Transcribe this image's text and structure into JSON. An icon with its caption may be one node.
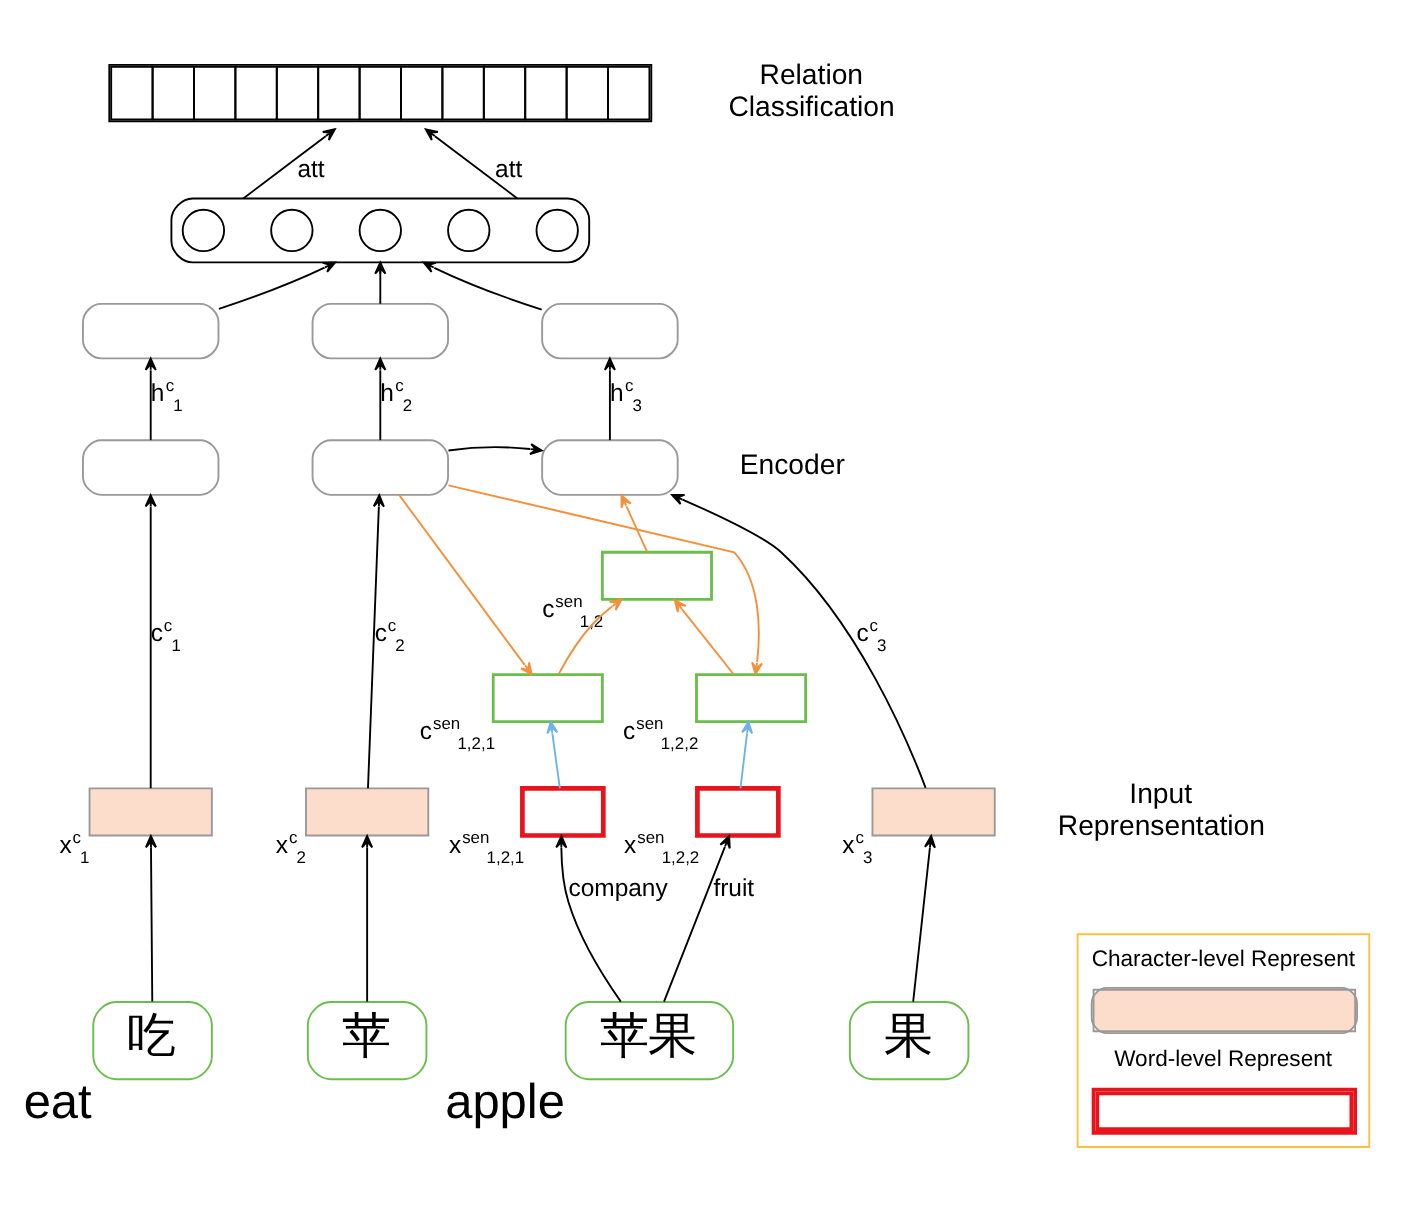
{
  "diagram": {
    "nodes": [
      {
        "text": [],
        "shape": "bar"
      },
      {
        "text": [],
        "shape": "box"
      },
      {
        "text": [],
        "shape": "circle",
        "in": 1
      },
      {
        "text": [],
        "shape": "circle",
        "in": 1
      },
      {
        "text": [],
        "shape": "circle",
        "in": 1
      },
      {
        "text": [],
        "shape": "circle",
        "in": 1
      },
      {
        "text": [],
        "shape": "circle",
        "in": 1
      },
      {
        "text": [],
        "shape": "box"
      },
      {
        "text": [],
        "shape": "box"
      },
      {
        "text": [],
        "shape": "box"
      },
      {
        "text": [],
        "shape": "box"
      },
      {
        "text": [],
        "shape": "box"
      },
      {
        "text": [],
        "shape": "box"
      },
      {
        "text": [],
        "shape": "box",
        "beside": [
          "c$^{sen}$$_{1,2}$"
        ]
      },
      {
        "text": [],
        "shape": "box",
        "beside": [
          "c$^{sen}$$_{1,2,1}$"
        ]
      },
      {
        "text": [],
        "shape": "box",
        "beside": [
          "c$^{sen}$$_{1,2,2}$"
        ]
      },
      {
        "text": [],
        "shape": "box",
        "beside": [
          "x$^{c}$$_{1}$"
        ]
      },
      {
        "text": [],
        "shape": "box",
        "beside": [
          "x$^{c}$$_{2}$"
        ]
      },
      {
        "text": [],
        "shape": "box",
        "beside": [
          "x$^{sen}$$_{1,2,1}$"
        ]
      },
      {
        "text": [],
        "shape": "box",
        "beside": [
          "x$^{sen}$$_{1,2,2}$"
        ]
      },
      {
        "text": [],
        "shape": "box",
        "beside": [
          "x$^{c}$$_{3}$"
        ]
      },
      {
        "text": [
          "吃"
        ],
        "beside": [
          "eat"
        ]
      },
      {
        "text": [
          "苹"
        ]
      },
      {
        "text": [
          "苹果"
        ],
        "beside": [
          "apple"
        ]
      },
      {
        "text": [
          "果"
        ]
      }
    ],
    "edges": [
      {
        "from": 21,
        "to": 16,
        "arrow": "to"
      },
      {
        "from": 22,
        "to": 17,
        "arrow": "to"
      },
      {
        "from": 23,
        "to": 18,
        "arrow": "to",
        "label": "company"
      },
      {
        "from": 23,
        "to": 19,
        "arrow": "to",
        "label": "fruit"
      },
      {
        "from": 24,
        "to": 20,
        "arrow": "to"
      },
      {
        "from": 16,
        "to": 10,
        "arrow": "to",
        "label": "c$^{c}$$_{1}$"
      },
      {
        "from": 17,
        "to": 11,
        "arrow": "to",
        "label": "c$^{c}$$_{2}$"
      },
      {
        "from": 20,
        "to": 12,
        "arrow": "to",
        "label": "c$^{c}$$_{3}$"
      },
      {
        "from": 18,
        "to": 14,
        "arrow": "to",
        "color": "#6fb3e6"
      },
      {
        "from": 19,
        "to": 15,
        "arrow": "to",
        "color": "#6fb3e6"
      },
      {
        "from": 11,
        "to": 14,
        "arrow": "to",
        "color": "#f5903a"
      },
      {
        "from": 11,
        "to": 15,
        "arrow": "to",
        "color": "#f5903a"
      },
      {
        "from": 14,
        "to": 13,
        "arrow": "to",
        "color": "#f5903a"
      },
      {
        "from": 15,
        "to": 13,
        "arrow": "to",
        "color": "#f5903a"
      },
      {
        "from": 13,
        "to": 12,
        "arrow": "to",
        "color": "#f5903a"
      },
      {
        "from": 11,
        "to": 12,
        "arrow": "to"
      },
      {
        "from": 10,
        "to": 7,
        "arrow": "to",
        "label": "h$^{c}$$_{1}$"
      },
      {
        "from": 11,
        "to": 8,
        "arrow": "to",
        "label": "h$^{c}$$_{2}$"
      },
      {
        "from": 12,
        "to": 9,
        "arrow": "to",
        "label": "h$^{c}$$_{3}$"
      },
      {
        "from": 7,
        "to": 1,
        "arrow": "to"
      },
      {
        "from": 8,
        "to": 1,
        "arrow": "to"
      },
      {
        "from": 9,
        "to": 1,
        "arrow": "to"
      },
      {
        "from": 1,
        "to": 0,
        "arrow": "to",
        "label": "att"
      },
      {
        "from": 1,
        "to": 0,
        "arrow": "to",
        "label": "att"
      }
    ],
    "labels": [
      "Relation Classification",
      "Encoder",
      "Input Reprensentation"
    ],
    "legend": [
      {
        "text": "Character-level Represent",
        "color": "#fcdccb"
      },
      {
        "text": "Word-level Represent"
      }
    ]
  }
}
